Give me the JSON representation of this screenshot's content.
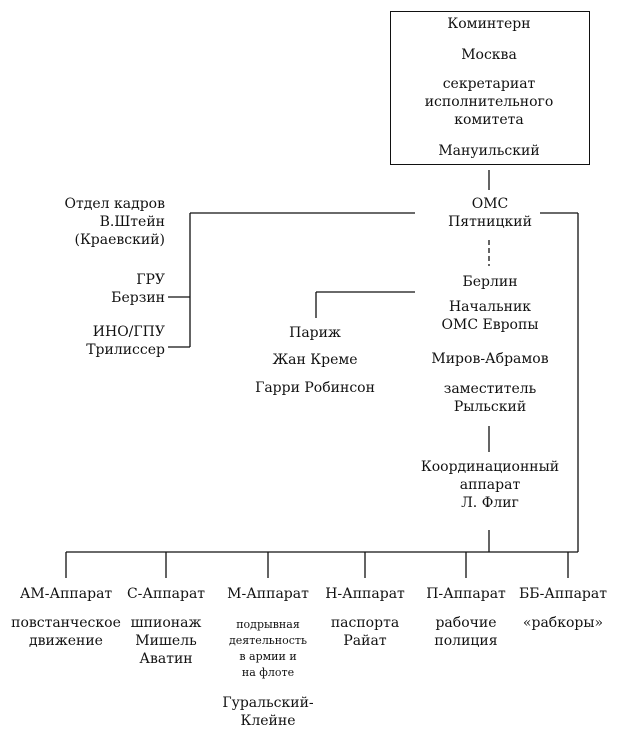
{
  "comintern": {
    "name": "Коминтерн",
    "city": "Москва",
    "body": "секретариат\nисполнительного\nкомитета",
    "head": "Мануильский"
  },
  "oms": {
    "name": "ОМС",
    "head": "Пятницкий"
  },
  "left_units": [
    {
      "name": "Отдел кадров",
      "head": "В.Штейн\n(Краевский)"
    },
    {
      "name": "ГРУ",
      "head": "Берзин"
    },
    {
      "name": "ИНО/ГПУ",
      "head": "Трилиссер"
    }
  ],
  "berlin": {
    "name": "Берлин",
    "title": "Начальник\nОМС Европы",
    "chief": "Миров-Абрамов",
    "deputy_title": "заместитель",
    "deputy": "Рыльский"
  },
  "paris": {
    "name": "Париж",
    "person1": "Жан Креме",
    "person2": "Гарри Робинсон"
  },
  "coordination": {
    "name": "Координационный\nаппарат",
    "head": "Л. Флиг"
  },
  "apparats": [
    {
      "name": "АМ-Аппарат",
      "function": "повстанческое\nдвижение",
      "head": ""
    },
    {
      "name": "С-Аппарат",
      "function": "шпионаж",
      "head": "Мишель\nАватин"
    },
    {
      "name": "М-Аппарат",
      "function": "подрывная\nдеятельность\nв армии и\nна флоте",
      "head": "Гуральский-\nКлейне"
    },
    {
      "name": "Н-Аппарат",
      "function": "паспорта",
      "head": "Райат"
    },
    {
      "name": "П-Аппарат",
      "function": "рабочие\nполиция",
      "head": ""
    },
    {
      "name": "ББ-Аппарат",
      "function": "«рабкоры»",
      "head": ""
    }
  ]
}
